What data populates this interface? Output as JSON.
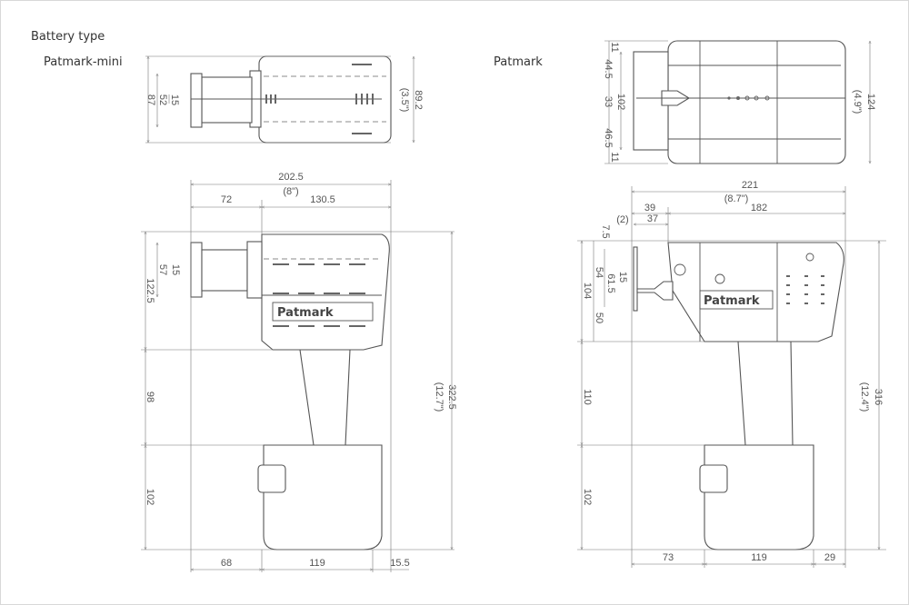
{
  "header": {
    "title": "Battery type",
    "left_model": "Patmark-mini",
    "right_model": "Patmark"
  },
  "logo_text": "Patmark",
  "mini": {
    "top_view": {
      "total_width": "89.2",
      "total_width_in": "(3.5\")",
      "flange": "87",
      "nozzle_span": "52",
      "nozzle": "15"
    },
    "side_view": {
      "length": "202.5",
      "length_in": "(8\")",
      "front": "72",
      "body": "130.5",
      "head_height": "122.5",
      "flange": "57",
      "nozzle": "15",
      "grip": "98",
      "battery": "102",
      "total_height": "322.5",
      "total_height_in": "(12.7\")",
      "bottom_front": "68",
      "bottom_battery": "119",
      "bottom_rear": "15.5"
    }
  },
  "std": {
    "top_view": {
      "total_width": "124",
      "total_width_in": "(4.9\")",
      "top_gap": "11",
      "upper": "44.5",
      "middle": "33",
      "lower": "46.5",
      "bottom_gap": "11",
      "span": "102"
    },
    "side_view": {
      "length": "221",
      "length_in": "(8.7\")",
      "front": "39",
      "body": "182",
      "offset": "(2)",
      "front_inner": "37",
      "top_gap": "7.5",
      "upper": "54",
      "nozzle_pos": "61.5",
      "nozzle": "15",
      "head_height": "104",
      "lower": "50",
      "grip": "110",
      "battery": "102",
      "total_height": "316",
      "total_height_in": "(12.4\")",
      "bottom_front": "73",
      "bottom_battery": "119",
      "bottom_rear": "29"
    }
  }
}
